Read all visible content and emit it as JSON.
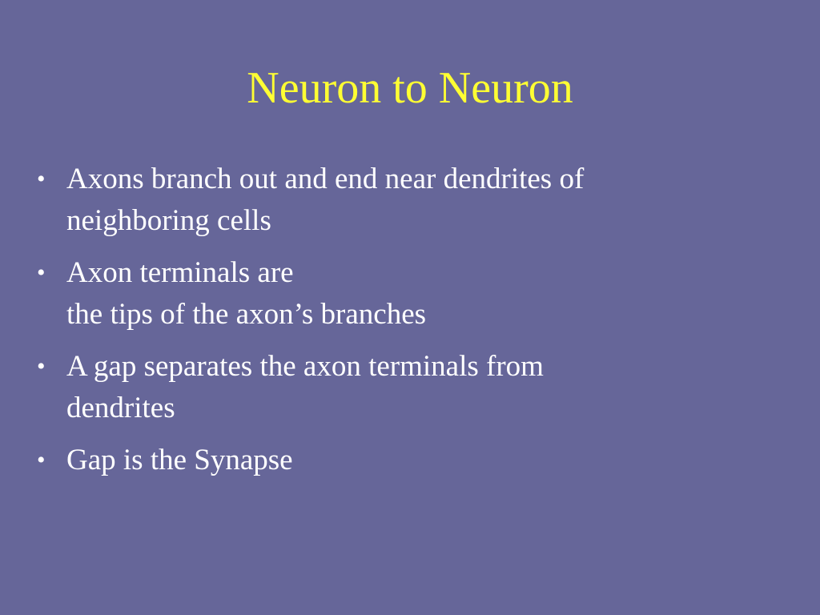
{
  "slide": {
    "title": "Neuron to Neuron",
    "bullet_symbol": "•",
    "bullets": [
      "Axons branch out and end near dendrites of\nneighboring cells",
      "Axon terminals are\nthe tips of the axon’s branches",
      "A gap separates the axon terminals from\ndendrites",
      "Gap is the Synapse"
    ]
  },
  "colors": {
    "background": "#666699",
    "title": "#ffff33",
    "body_text": "#ffffff"
  }
}
